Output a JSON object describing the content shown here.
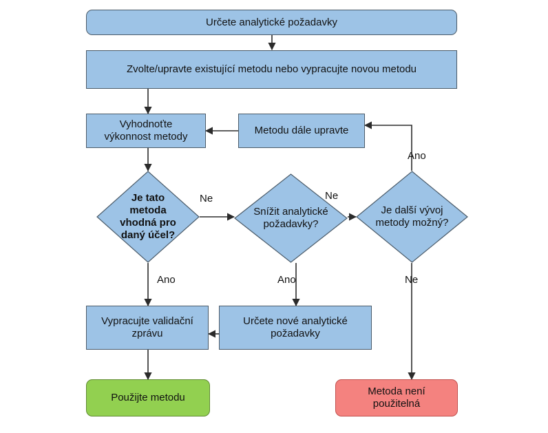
{
  "diagram": {
    "title": "Analytical method validation flowchart",
    "language": "cs",
    "colors": {
      "process_fill": "#9dc3e6",
      "process_stroke": "#4a5a68",
      "success_fill": "#92d050",
      "success_stroke": "#5f8a32",
      "failure_fill": "#f4827f",
      "failure_stroke": "#c0504d",
      "connector": "#3b3b3b",
      "background": "#ffffff"
    },
    "nodes": {
      "requirements": "Určete analytické požadavky",
      "select_method": "Zvolte/upravte existující metodu nebo vypracujte novou metodu",
      "evaluate": "Vyhodnoťte\nvýkonnost metody",
      "further_adjust": "Metodu dále upravte",
      "decision_suitable": "Je tato\nmetoda\nvhodná pro\ndaný účel?",
      "decision_reduce": "Snížit analytické\npožadavky?",
      "decision_development": "Je další vývoj\nmetody možný?",
      "validation_report": "Vypracujte validační\nzprávu",
      "new_requirements": "Určete nové analytické\npožadavky",
      "use_method": "Použijte metodu",
      "method_unusable": "Metoda není\npoužitelná"
    },
    "edge_labels": {
      "suitable_no": "Ne",
      "reduce_no": "Ne",
      "development_yes": "Ano",
      "suitable_yes": "Ano",
      "reduce_yes": "Ano",
      "development_no": "Ne"
    }
  }
}
